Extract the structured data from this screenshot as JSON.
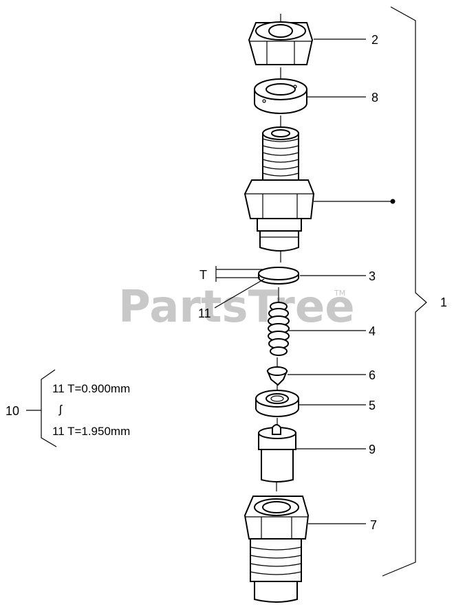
{
  "watermark": {
    "text": "PartsTree",
    "tm": "TM"
  },
  "callouts": {
    "p1": "1",
    "p2": "2",
    "p3": "3",
    "p4": "4",
    "p5": "5",
    "p6": "6",
    "p7": "7",
    "p8": "8",
    "p9": "9",
    "p10": "10",
    "p11": "11",
    "t": "T"
  },
  "shim_note": {
    "line1": "11 T=0.900mm",
    "range_symbol": "ʃ",
    "line2": "11 T=1.950mm"
  }
}
